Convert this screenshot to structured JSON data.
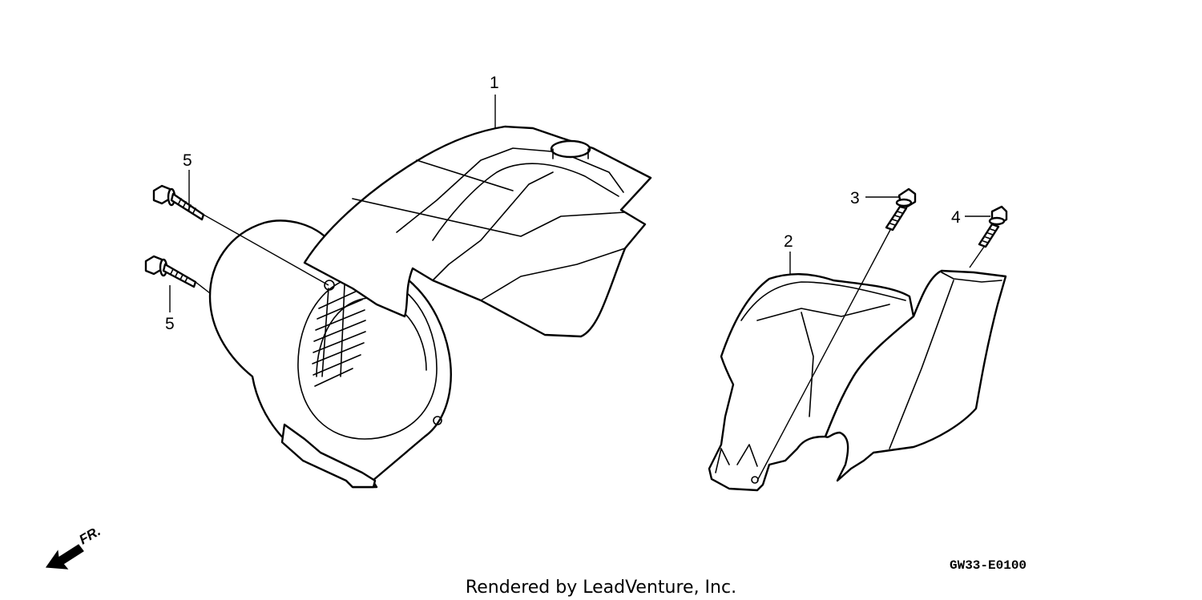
{
  "callouts": {
    "part_1": "1",
    "part_2": "2",
    "part_3": "3",
    "part_4": "4",
    "part_5_upper": "5",
    "part_5_lower": "5"
  },
  "direction_label": "FR.",
  "diagram_code": "GW33-E0100",
  "credit": "Rendered by LeadVenture, Inc."
}
